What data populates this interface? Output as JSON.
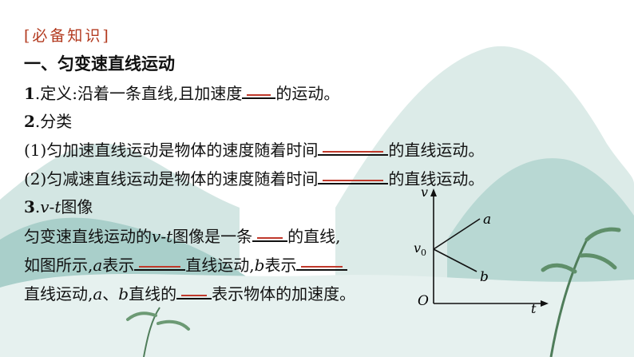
{
  "section_tag": "[必备知识]",
  "heading": "一、匀变速直线运动",
  "item1": {
    "num": "1",
    "text_a": ".定义:沿着一条直线,且加速度",
    "text_b": "的运动。"
  },
  "item2": {
    "num": "2",
    "text": ".分类"
  },
  "item2_1": {
    "text_a": "(1)匀加速直线运动是物体的速度随着时间",
    "text_b": "的直线运动。"
  },
  "item2_2": {
    "text_a": "(2)匀减速直线运动是物体的速度随着时间",
    "text_b": "的直线运动。"
  },
  "item3": {
    "num": "3",
    "v": "v",
    "dash": "-",
    "t": "t",
    "text": "图像"
  },
  "para": {
    "l1_a": "匀变速直线运动的",
    "l1_v": "v",
    "l1_dash": "-",
    "l1_t": "t",
    "l1_b": "图像是一条",
    "l1_c": "的直线,",
    "l2_a": "如图所示,",
    "l2_ai": "a",
    "l2_b": "表示",
    "l2_c": "直线运动,",
    "l2_bi": "b",
    "l2_d": "表示",
    "l3_a": "直线运动,",
    "l3_ai": "a",
    "l3_b": "、",
    "l3_bi": "b",
    "l3_c": "直线的",
    "l3_d": "表示物体的加速度。"
  },
  "graph": {
    "y_axis": "v",
    "x_axis": "t",
    "origin": "O",
    "v0": "v",
    "v0_sub": "0",
    "line_a": "a",
    "line_b": "b"
  }
}
